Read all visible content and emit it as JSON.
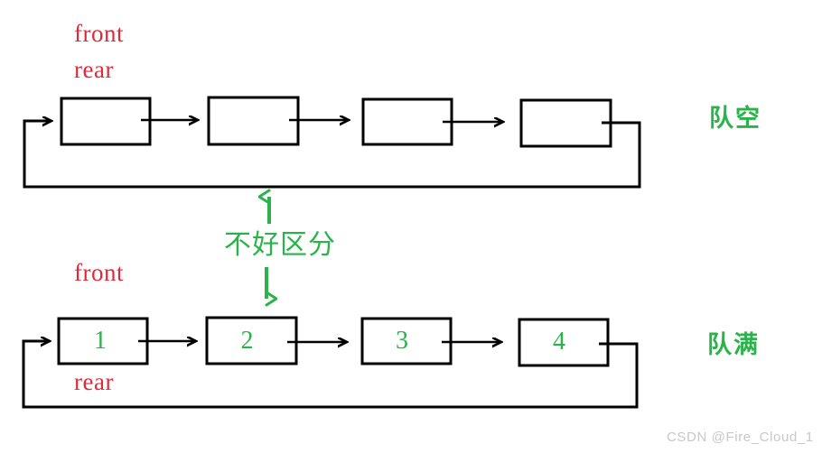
{
  "diagram": {
    "title": "circular-queue-ambiguity",
    "colors": {
      "pointer_text": "#e02a3c",
      "value_text": "#2bb34b",
      "state_text": "#2bb34b",
      "note_text": "#2bb34b",
      "line": "#000000",
      "watermark": "#c8c8c8",
      "background": "#ffffff"
    },
    "top_queue": {
      "pointer_front": "front",
      "pointer_rear": "rear",
      "state_label": "队空",
      "cells": [
        {
          "value": ""
        },
        {
          "value": ""
        },
        {
          "value": ""
        },
        {
          "value": ""
        }
      ]
    },
    "bottom_queue": {
      "pointer_front": "front",
      "pointer_rear": "rear",
      "state_label": "队满",
      "cells": [
        {
          "value": "1"
        },
        {
          "value": "2"
        },
        {
          "value": "3"
        },
        {
          "value": "4"
        }
      ]
    },
    "middle_note": "不好区分",
    "watermark": "CSDN @Fire_Cloud_1"
  }
}
